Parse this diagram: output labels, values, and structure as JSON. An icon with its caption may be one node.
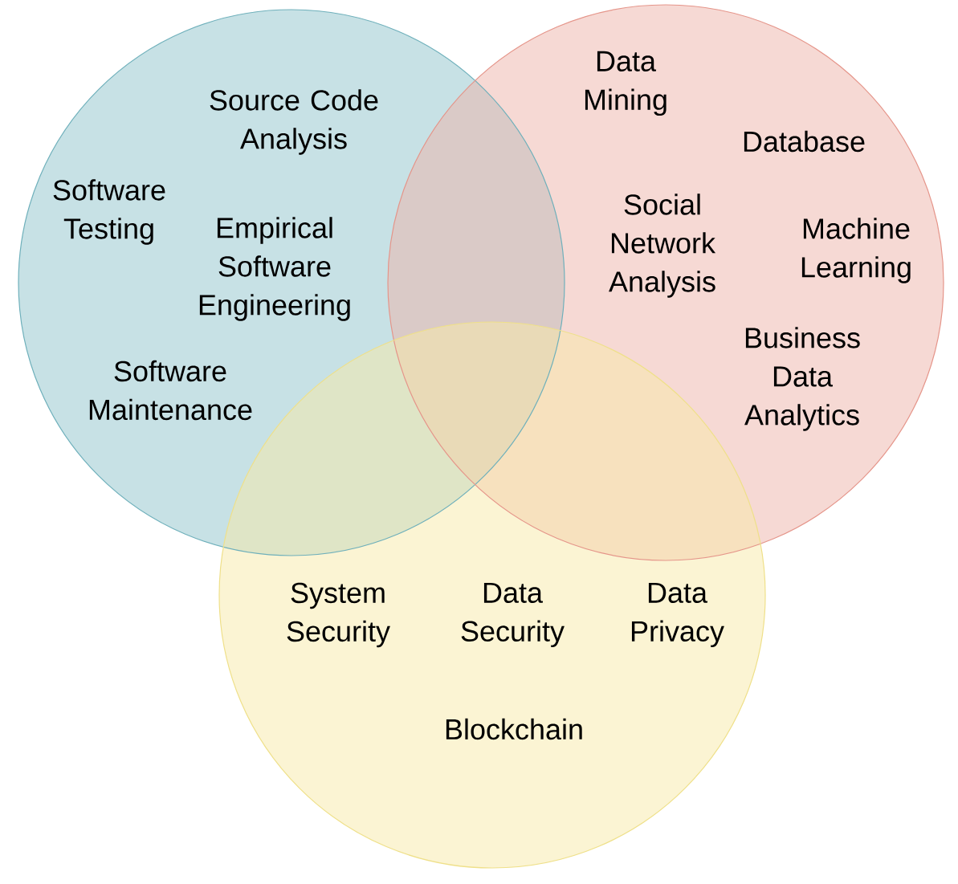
{
  "diagram": {
    "labels": [
      "Data Mining",
      "Source Code Analysis",
      "Database",
      "Software Testing",
      "Social Network Analysis",
      "Machine Learning",
      "Empirical Software Engineering",
      "Business Data Analytics",
      "Software Maintenance",
      "System Security",
      "Data Security",
      "Data Privacy",
      "Blockchain"
    ]
  }
}
